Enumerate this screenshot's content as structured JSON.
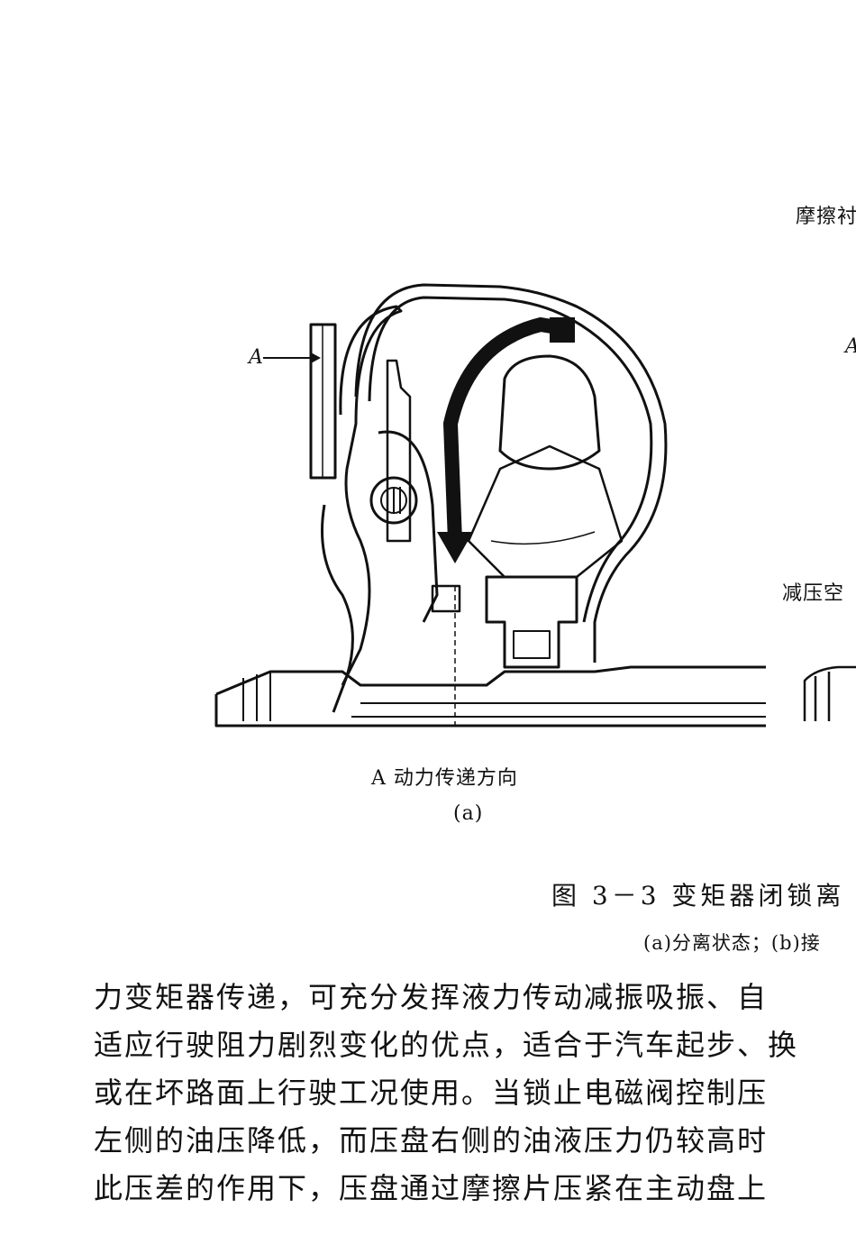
{
  "figure": {
    "label_friction": "摩擦衬",
    "label_a_left": "A",
    "label_a_right": "A",
    "label_decompress": "减压空",
    "legend": "A 动力传递方向",
    "sub_a": "(a)",
    "caption": "图 3－3   变矩器闭锁离",
    "subcaption": "(a)分离状态；(b)接"
  },
  "body_text": [
    "力变矩器传递，可充分发挥液力传动减振吸振、自",
    "适应行驶阻力剧烈变化的优点，适合于汽车起步、换",
    "或在坏路面上行驶工况使用。当锁止电磁阀控制压",
    "左侧的油压降低，而压盘右侧的油液压力仍较高时",
    "此压差的作用下，压盘通过摩擦片压紧在主动盘上"
  ]
}
